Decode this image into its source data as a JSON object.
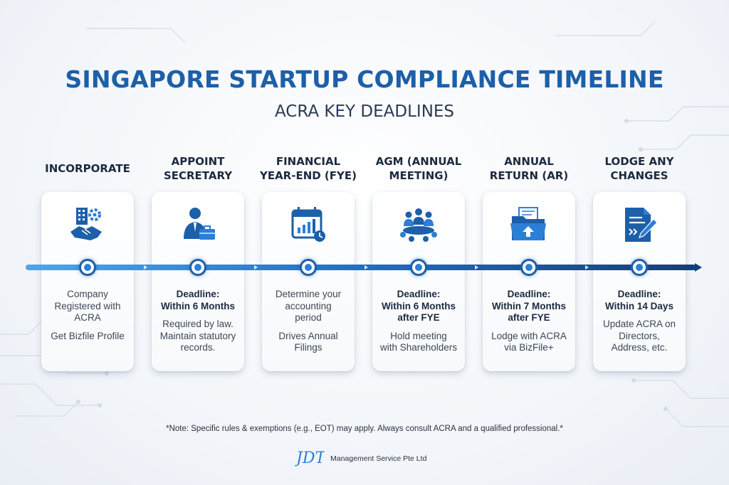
{
  "header": {
    "title": "SINGAPORE STARTUP COMPLIANCE TIMELINE",
    "subtitle": "ACRA KEY DEADLINES"
  },
  "steps": [
    {
      "heading": "INCORPORATE",
      "icon": "building-handshake-icon",
      "lines": [
        {
          "text": "Company\nRegistered with\nACRA",
          "bold": false
        },
        {
          "text": "Get Bizfile Profile",
          "bold": false
        }
      ]
    },
    {
      "heading": "APPOINT\nSECRETARY",
      "icon": "businessman-briefcase-icon",
      "lines": [
        {
          "text": "Deadline:\nWithin 6 Months",
          "bold": true
        },
        {
          "text": "Required by law.\nMaintain statutory\nrecords.",
          "bold": false
        }
      ]
    },
    {
      "heading": "FINANCIAL\nYEAR-END (FYE)",
      "icon": "calendar-chart-icon",
      "lines": [
        {
          "text": "Determine your\naccounting\nperiod",
          "bold": false
        },
        {
          "text": "Drives Annual\nFilings",
          "bold": false
        }
      ]
    },
    {
      "heading": "AGM (ANNUAL\nMEETING)",
      "icon": "meeting-group-icon",
      "lines": [
        {
          "text": "Deadline:\nWithin 6 Months\nafter FYE",
          "bold": true
        },
        {
          "text": "Hold meeting\nwith Shareholders",
          "bold": false
        }
      ]
    },
    {
      "heading": "ANNUAL\nRETURN (AR)",
      "icon": "folder-upload-icon",
      "lines": [
        {
          "text": "Deadline:\nWithin 7 Months\nafter FYE",
          "bold": true
        },
        {
          "text": "Lodge with ACRA\nvia BizFile+",
          "bold": false
        }
      ]
    },
    {
      "heading": "LODGE ANY\nCHANGES",
      "icon": "document-edit-icon",
      "lines": [
        {
          "text": "Deadline:\nWithin 14 Days",
          "bold": true
        },
        {
          "text": "Update ACRA on\nDirectors,\nAddress, etc.",
          "bold": false
        }
      ]
    }
  ],
  "footer": {
    "note": "*Note: Specific rules & exemptions (e.g., EOT) may apply. Always consult ACRA and a qualified professional.*",
    "logo_mark": "JDT",
    "company": "Management Service Pte Ltd"
  },
  "colors": {
    "primary": "#1d5fa8",
    "accent": "#2c7ed6",
    "text": "#1c2a40"
  }
}
